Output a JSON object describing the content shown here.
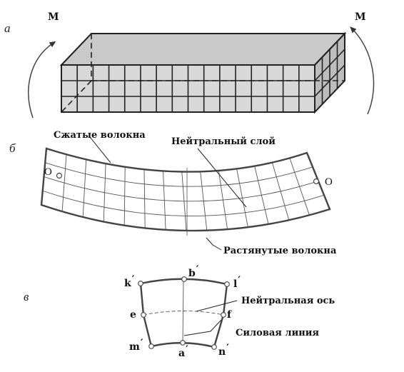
{
  "panel_a": {
    "letter": "а",
    "moment_left": "M",
    "moment_right": "M"
  },
  "panel_b": {
    "letter": "б",
    "compressed_fibers": "Сжатые волокна",
    "neutral_layer": "Нейтральный слой",
    "stretched_fibers": "Растянутые волокна",
    "point_left": "O",
    "point_right": "O"
  },
  "panel_v": {
    "letter": "в",
    "neutral_axis": "Нейтральная ось",
    "force_line": "Силовая линия",
    "points": {
      "k": "k",
      "b": "b",
      "l": "l",
      "e": "e",
      "f": "f",
      "m": "m",
      "a": "a",
      "n": "n"
    },
    "prime": "′"
  },
  "colors": {
    "line": "#333333",
    "box_top": "#c9c9c9",
    "box_front": "#d8d8d8",
    "box_side": "#bdbdbd"
  }
}
